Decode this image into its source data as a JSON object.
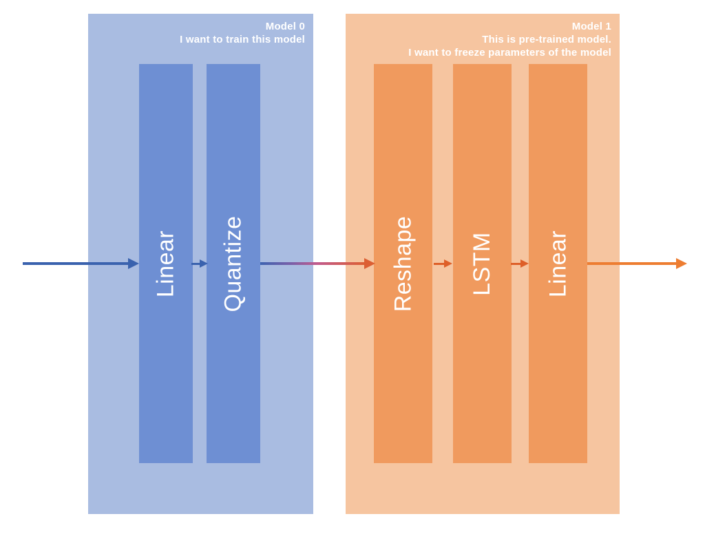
{
  "model0": {
    "title": "Model 0",
    "subtitle": "I want to train this model",
    "blocks": [
      "Linear",
      "Quantize"
    ],
    "colors": {
      "panel": "#A9BCE1",
      "block": "#6E8FD3",
      "arrow": "#3A62AE"
    }
  },
  "model1": {
    "title": "Model 1",
    "subtitle_line1": "This is pre-trained model.",
    "subtitle_line2": "I want to freeze parameters of the model",
    "blocks": [
      "Reshape",
      "LSTM",
      "Linear"
    ],
    "colors": {
      "panel": "#F6C5A0",
      "block": "#F09A5E",
      "arrow": "#DE5F28"
    }
  },
  "flow": {
    "input_arrow_color": "#3A62AE",
    "transfer_arrow_gradient": [
      "#3E63B0",
      "#C25B8C",
      "#DC5F33"
    ],
    "output_arrow_color": "#ED7D31"
  }
}
